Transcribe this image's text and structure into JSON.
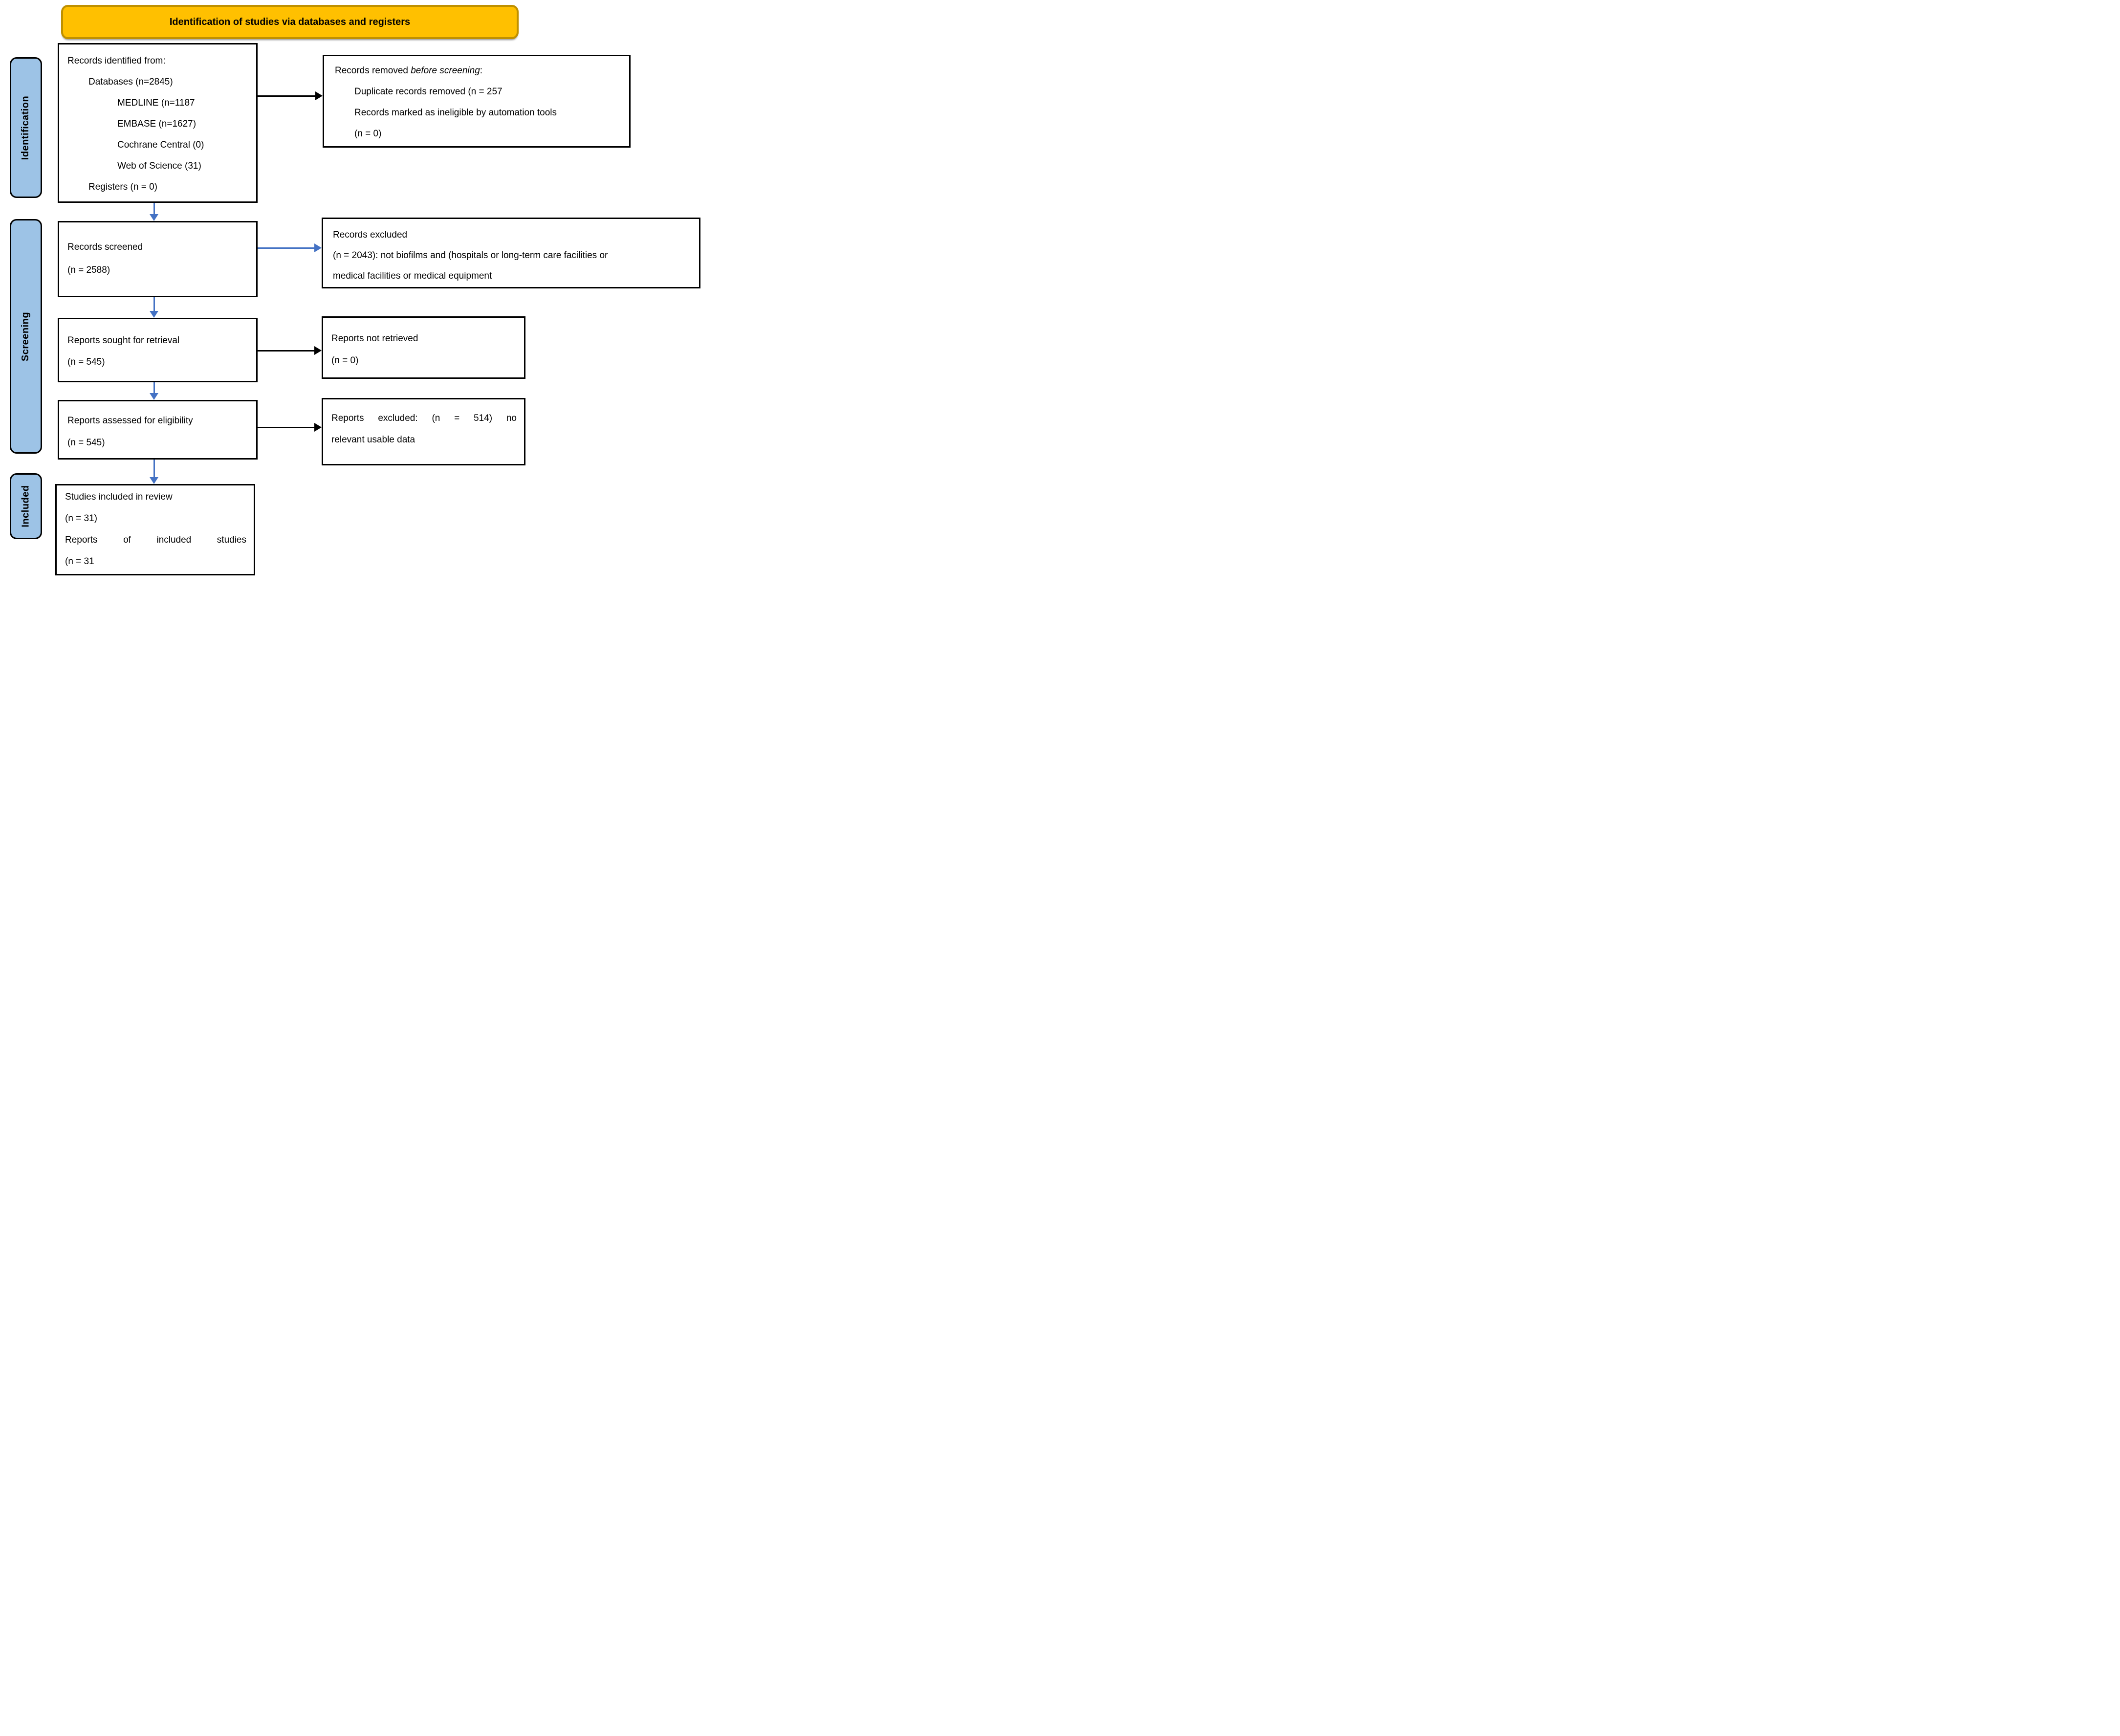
{
  "banner": {
    "title": "Identification of studies via databases and registers"
  },
  "stages": {
    "identification": "Identification",
    "screening": "Screening",
    "included": "Included"
  },
  "boxes": {
    "records_identified": {
      "lines": [
        "Records identified from:",
        "Databases (n=2845)",
        "MEDLINE (n=1187",
        "EMBASE (n=1627)",
        "Cochrane Central (0)",
        "Web of Science (31)",
        "Registers (n = 0)"
      ]
    },
    "records_removed": {
      "line1_prefix": "Records removed ",
      "line1_italic": "before screening",
      "line1_suffix": ":",
      "lines": [
        "Duplicate records removed (n = 257",
        "Records marked as ineligible by automation tools",
        "(n = 0)"
      ]
    },
    "records_screened": {
      "lines": [
        "Records screened",
        "(n = 2588)"
      ]
    },
    "records_excluded": {
      "lines": [
        "Records excluded",
        "(n = 2043): not biofilms and (hospitals or long-term care facilities or",
        "medical facilities or medical equipment"
      ]
    },
    "reports_sought": {
      "lines": [
        "Reports sought for retrieval",
        "(n = 545)"
      ]
    },
    "reports_not_retrieved": {
      "lines": [
        "Reports not retrieved",
        "(n = 0)"
      ]
    },
    "reports_assessed": {
      "lines": [
        "Reports assessed for eligibility",
        "(n = 545)"
      ]
    },
    "reports_excluded": {
      "lines": [
        "Reports excluded: (n = 514) no",
        "relevant usable data"
      ]
    },
    "studies_included": {
      "lines": [
        "Studies included in review",
        "(n = 31)",
        "Reports of included studies",
        "(n = 31"
      ]
    }
  },
  "colors": {
    "banner_fill": "#FFC000",
    "banner_border": "#BF9000",
    "stage_fill": "#9DC3E6",
    "stage_border": "#000000",
    "box_border": "#000000",
    "arrow_blue": "#4472C4",
    "arrow_black": "#000000"
  }
}
